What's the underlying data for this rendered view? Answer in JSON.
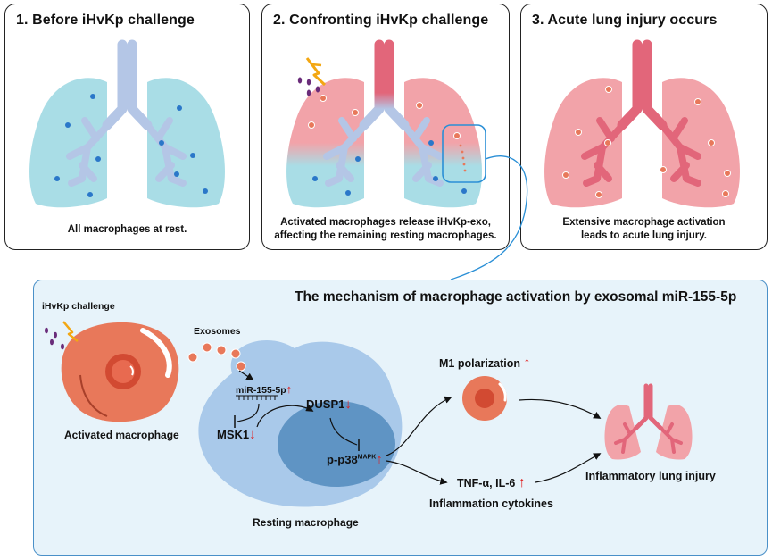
{
  "panels": [
    {
      "title": "1. Before iHvKp challenge",
      "caption_line1": "All macrophages at rest.",
      "caption_line2": ""
    },
    {
      "title": "2. Confronting iHvKp challenge",
      "caption_line1": "Activated macrophages release iHvKp-exo,",
      "caption_line2": "affecting the remaining resting macrophages."
    },
    {
      "title": "3. Acute lung injury occurs",
      "caption_line1": "Extensive macrophage activation",
      "caption_line2": "leads to acute lung injury."
    }
  ],
  "mechanism": {
    "title": "The mechanism of macrophage activation by exosomal miR-155-5p",
    "challenge_label": "iHvKp challenge",
    "exosomes_label": "Exosomes",
    "mirna_label": "miR-155-5p",
    "activated_label": "Activated macrophage",
    "resting_label": "Resting macrophage",
    "msk1_label": "MSK1",
    "dusp1_label": "DUSP1",
    "pp38_label": "p-p38",
    "pp38_sup": "MAPK",
    "m1_label": "M1 polarization",
    "cytokines_label": "TNF-α, IL-6",
    "cytokines_caption": "Inflammation cytokines",
    "injury_label": "Inflammatory lung injury",
    "up_arrow": "↑",
    "down_arrow": "↓"
  },
  "colors": {
    "rest_blue": "#a9dde6",
    "trachea_blue": "#b4c6e6",
    "inflamed_pink": "#f2a3a9",
    "trachea_pink": "#e2667a",
    "macrophage_orange": "#e8785a",
    "cell_blue": "#a9c9ea",
    "nucleus_blue": "#5f94c4",
    "arrow_red": "#e02020",
    "bolt_orange": "#f3a712",
    "bacteria_purple": "#6a2c7a"
  }
}
